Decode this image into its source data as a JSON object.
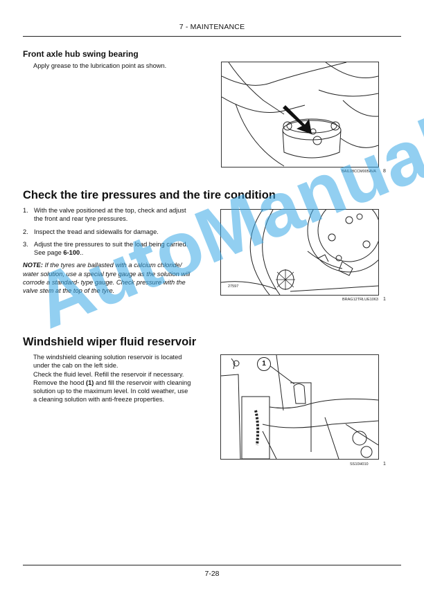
{
  "header": {
    "chapter": "7 - MAINTENANCE"
  },
  "section1": {
    "heading": "Front axle hub swing bearing",
    "text": "Apply grease to the lubrication point as shown.",
    "figure": {
      "ref": "BAIL08CCM005AVA",
      "number": "8"
    }
  },
  "section2": {
    "heading": "Check the tire pressures and the tire condition",
    "steps": [
      {
        "num": "1.",
        "lines": [
          "With the valve positioned at the top, check and adjust",
          "the front and rear tyre pressures."
        ]
      },
      {
        "num": "2.",
        "lines": [
          "Inspect the tread and sidewalls for damage."
        ]
      },
      {
        "num": "3.",
        "lines": [
          "Adjust the tire pressures to suit the load being carried."
        ],
        "see_prefix": "See page ",
        "see_page": "6-100",
        "see_suffix": ".."
      }
    ],
    "note": {
      "label": "NOTE:",
      "lines": [
        "If the tyres are ballasted with a calcium chloride/",
        "water solution, use a special tyre gauge as the solution will",
        "corrode a standard- type gauge. Check pressure with the",
        "valve stem at the top of the tyre."
      ]
    },
    "figure": {
      "ref": "BRAG12TRLUE1063",
      "number": "1",
      "inner_label": "27597"
    }
  },
  "section3": {
    "heading": "Windshield wiper fluid reservoir",
    "lines": [
      "The windshield cleaning solution reservoir is located",
      "under the cab on the left side.",
      "Check the fluid level. Refill the reservoir if necessary."
    ],
    "line4_pre": "Remove the hood ",
    "line4_bold": "(1)",
    "line4_post": " and fill the reservoir with cleaning",
    "lines_after": [
      "solution up to the maximum level. In cold weather, use",
      "a cleaning solution with anti-freeze properties."
    ],
    "figure": {
      "ref": "SS10H010",
      "number": "1",
      "callout": "1"
    }
  },
  "watermark": {
    "text": "AutoManual",
    "color": "#3aa8e6"
  },
  "footer": {
    "page": "7-28"
  }
}
